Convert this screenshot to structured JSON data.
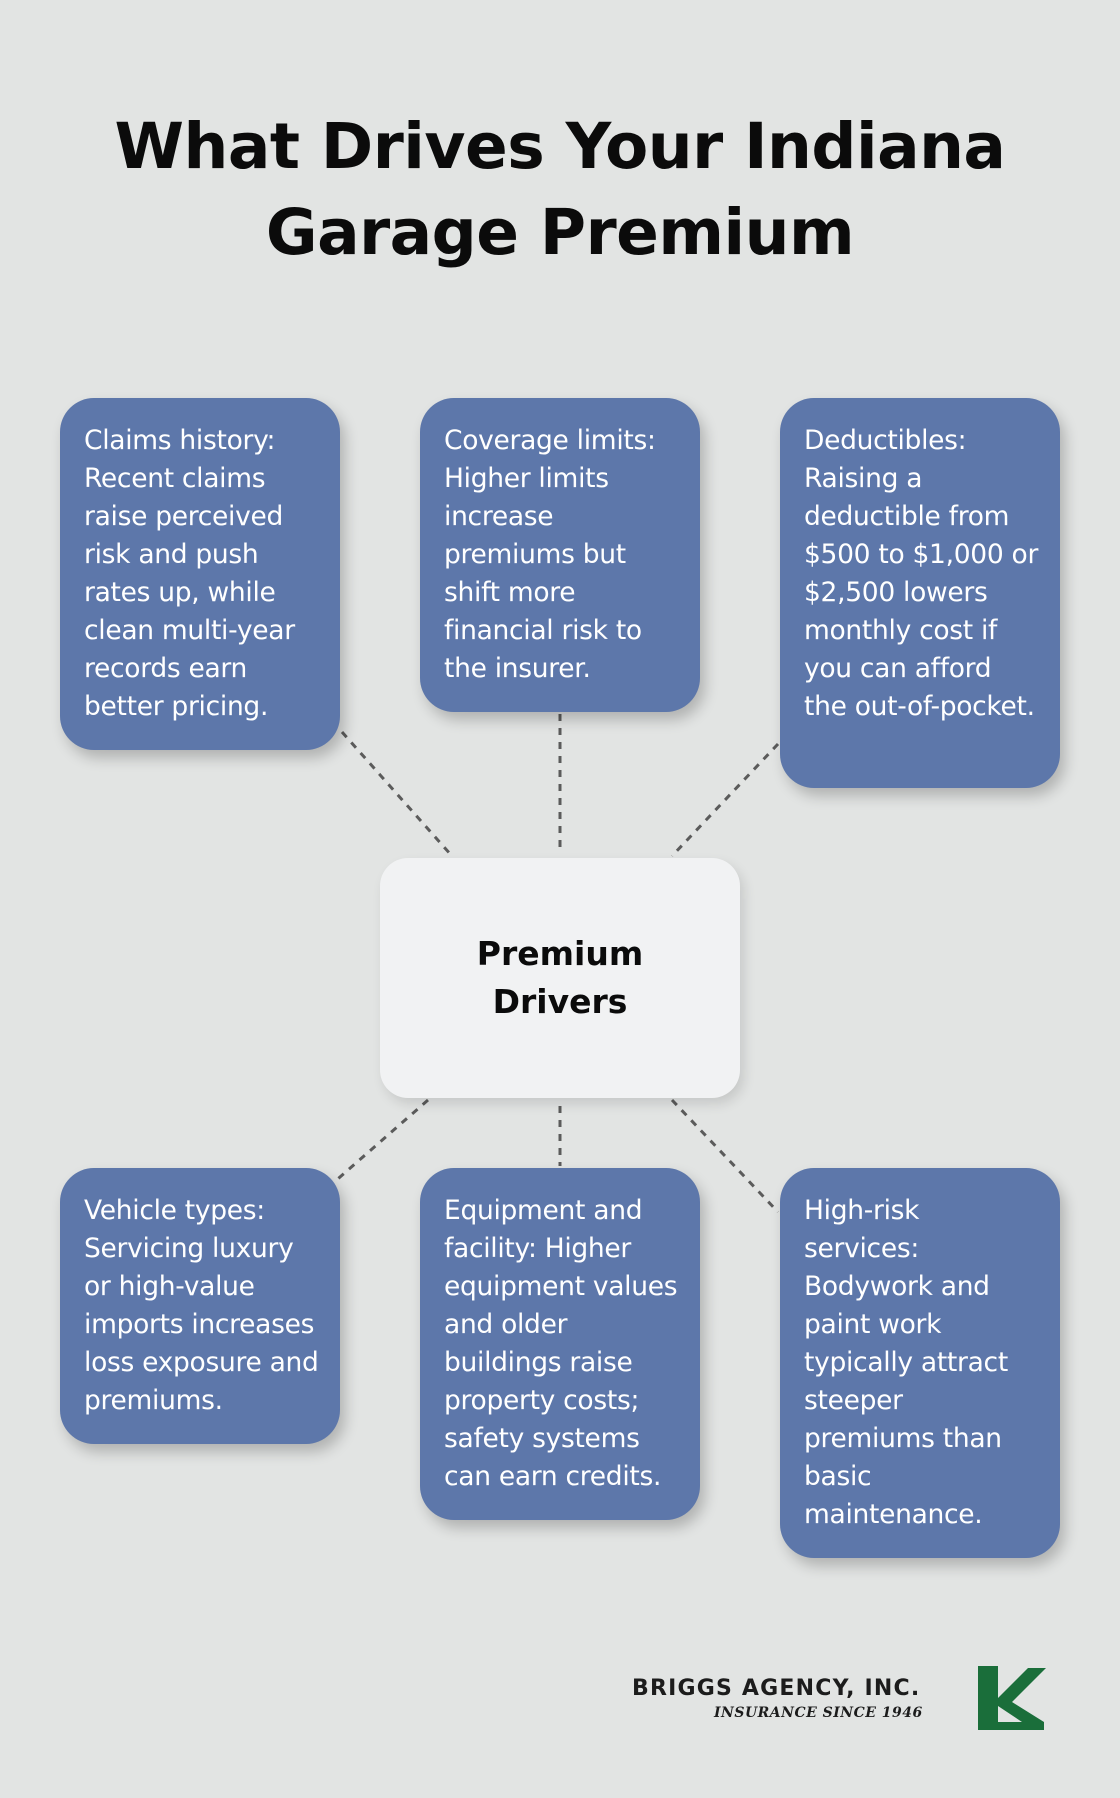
{
  "title": "What Drives Your Indiana Garage Premium",
  "center": {
    "label": "Premium Drivers"
  },
  "cards": [
    {
      "text": "Claims history: Recent claims raise perceived risk and push rates up, while clean multi-year records earn better pricing."
    },
    {
      "text": "Coverage limits: Higher limits increase premiums but shift more financial risk to the insurer."
    },
    {
      "text": "Deductibles: Raising a deductible from $500 to $1,000 or $2,500 lowers monthly cost if you can afford the out-of-pocket."
    },
    {
      "text": "Vehicle types: Servicing luxury or high-value imports increases loss exposure and premiums."
    },
    {
      "text": "Equipment and facility: Higher equipment values and older buildings raise property costs; safety systems can earn credits."
    },
    {
      "text": "High-risk services: Bodywork and paint work typically attract steeper premiums than basic maintenance."
    }
  ],
  "logo": {
    "name": "BRIGGS AGENCY, INC.",
    "tagline": "INSURANCE SINCE 1946",
    "colors": {
      "mark": "#1a6e3a",
      "text": "#1c1c1c"
    }
  },
  "colors": {
    "background": "#e2e4e3",
    "card": "#5d77aa",
    "center": "#f1f2f3",
    "connector": "#5b5b5b"
  }
}
